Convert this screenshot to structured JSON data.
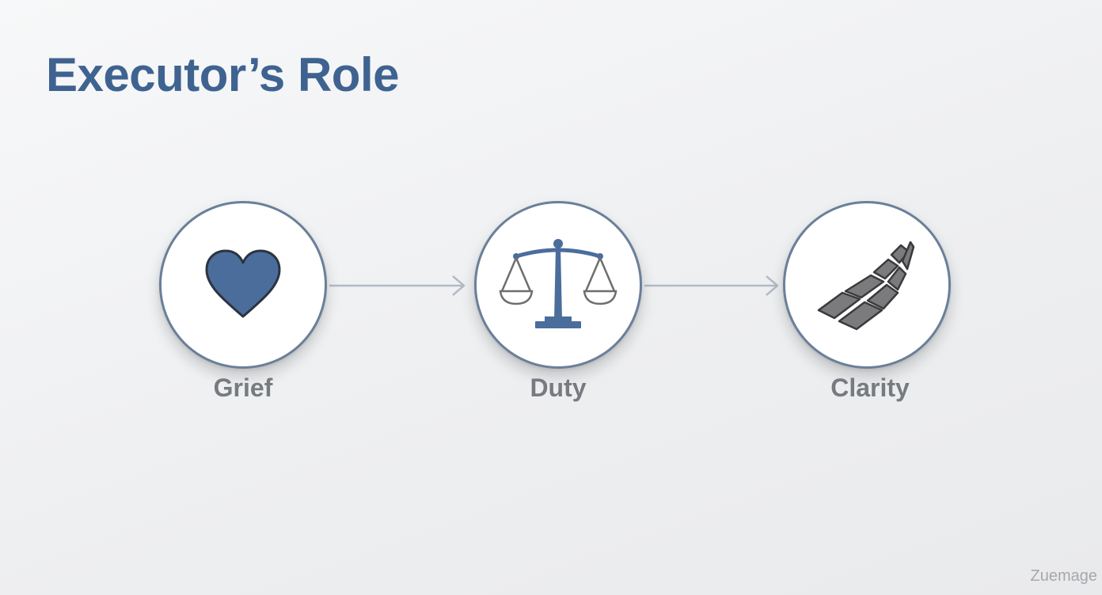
{
  "title": "Executor’s Role",
  "steps": [
    {
      "label": "Grief",
      "icon": "heart-icon"
    },
    {
      "label": "Duty",
      "icon": "scales-icon"
    },
    {
      "label": "Clarity",
      "icon": "path-tiles-icon"
    }
  ],
  "colors": {
    "title": "#3f6390",
    "accent": "#4a6d9c",
    "circle_border": "#6a7f99",
    "label": "#777b80",
    "arrow": "#b3bac6",
    "tiles": "#7b7b7e"
  },
  "watermark": "Zuemage"
}
